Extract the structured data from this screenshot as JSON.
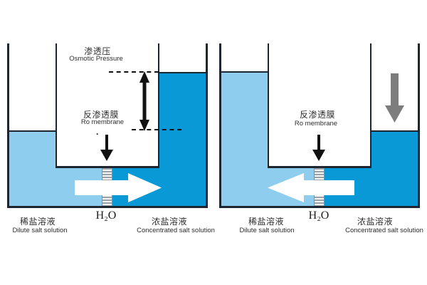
{
  "colors": {
    "dilute": "#8ECDEE",
    "concentrated": "#0999D6",
    "ink": "#1d2530",
    "gray_arrow": "#7d7d7d",
    "text": "#2d2d2d"
  },
  "panels": {
    "left": {
      "osmotic_pressure_zh": "渗透压",
      "osmotic_pressure_en": "Osmotic Pressure",
      "ro_membrane_zh": "反渗透膜",
      "ro_membrane_en": "Ro membrane",
      "dot": ".",
      "water_formula": "H₂O",
      "dilute_zh": "稀盐溶液",
      "dilute_en": "Dilute salt solution",
      "concentrated_zh": "浓盐溶液",
      "concentrated_en": "Concentrated salt solution"
    },
    "right": {
      "ro_membrane_zh": "反渗透膜",
      "ro_membrane_en": "Ro membrane",
      "water_formula": "H₂O",
      "dilute_zh": "稀盐溶液",
      "dilute_en": "Dilute salt solution",
      "concentrated_zh": "浓盐溶液",
      "concentrated_en": "Concentrated salt solution"
    }
  }
}
